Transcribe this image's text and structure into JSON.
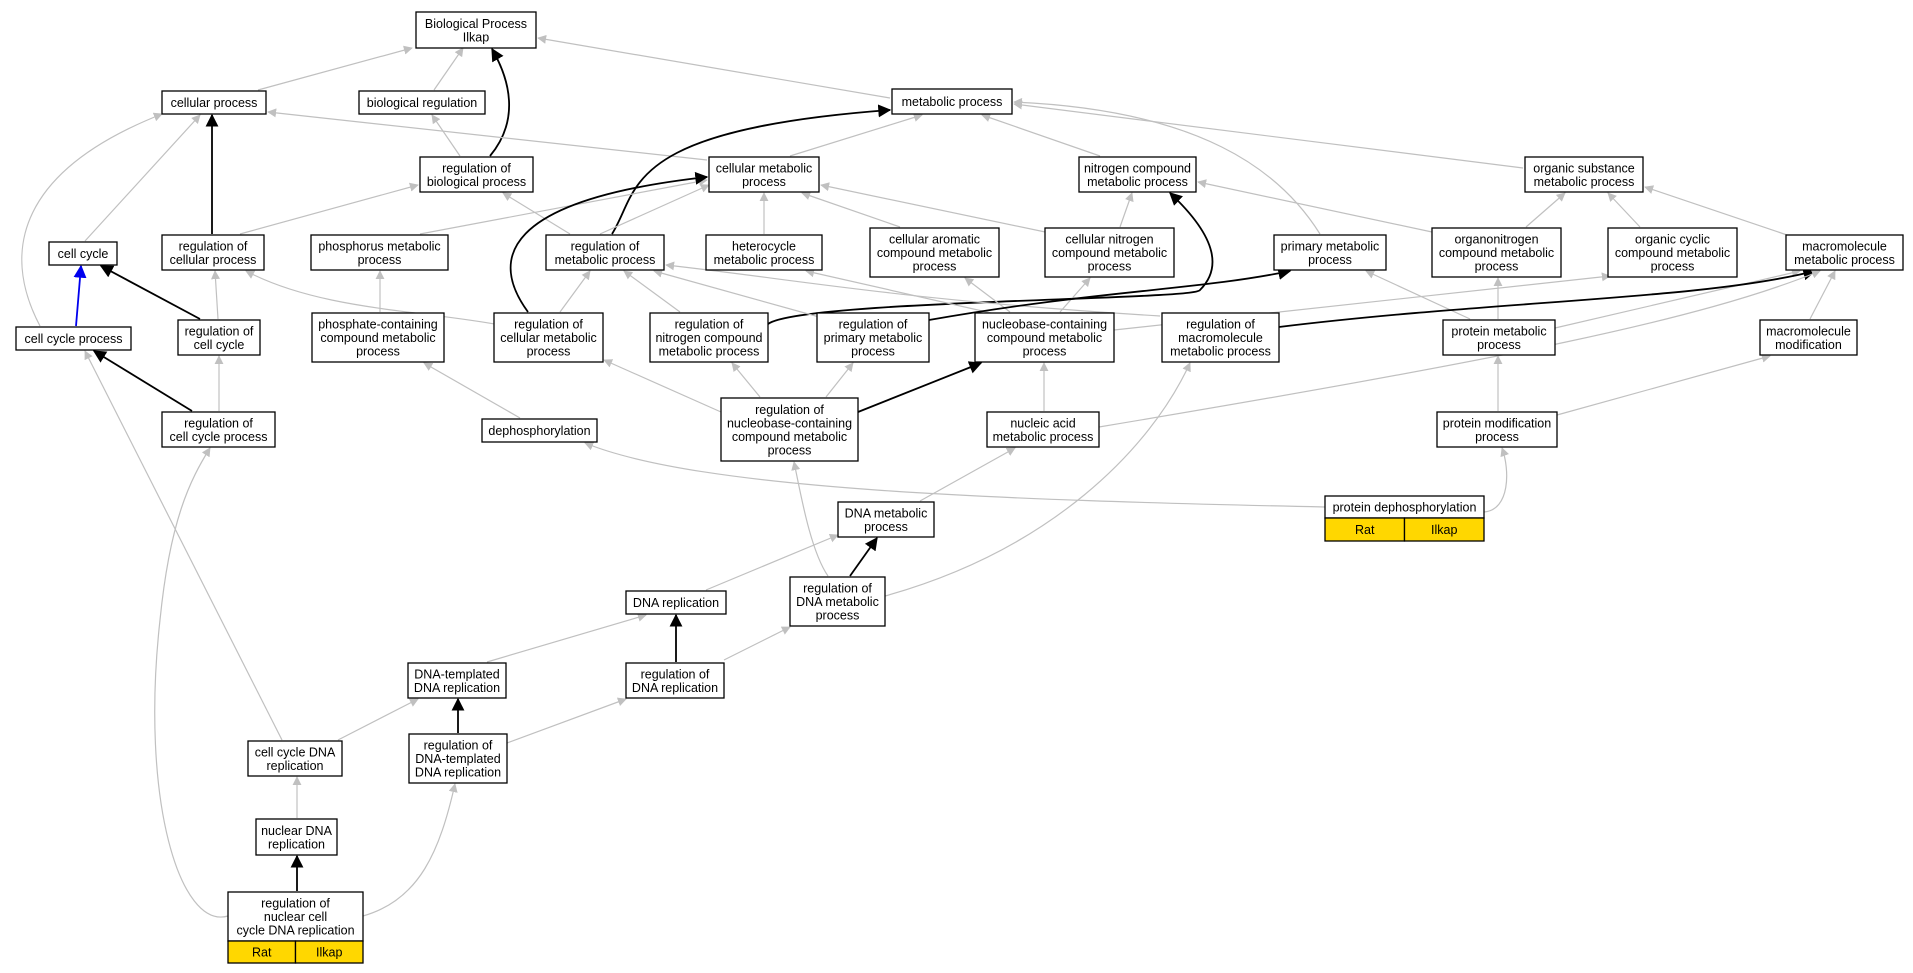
{
  "colors": {
    "background": "#ffffff",
    "node_border": "#000000",
    "annotation_fill": "#ffd700",
    "edge_is_a": "#c0c0c0",
    "edge_regulates": "#000000",
    "edge_part_of": "#0000ee"
  },
  "nodes": [
    {
      "id": "bp",
      "lines": [
        "Biological Process",
        "Ilkap"
      ]
    },
    {
      "id": "cellular_process",
      "lines": [
        "cellular process"
      ]
    },
    {
      "id": "biological_regulation",
      "lines": [
        "biological regulation"
      ]
    },
    {
      "id": "metabolic_process",
      "lines": [
        "metabolic process"
      ]
    },
    {
      "id": "reg_biological_process",
      "lines": [
        "regulation of",
        "biological process"
      ]
    },
    {
      "id": "cellular_metabolic_process",
      "lines": [
        "cellular metabolic",
        "process"
      ]
    },
    {
      "id": "nitrogen_compound_mp",
      "lines": [
        "nitrogen compound",
        "metabolic process"
      ]
    },
    {
      "id": "organic_substance_mp",
      "lines": [
        "organic substance",
        "metabolic process"
      ]
    },
    {
      "id": "cell_cycle",
      "lines": [
        "cell cycle"
      ]
    },
    {
      "id": "reg_cellular_process",
      "lines": [
        "regulation of",
        "cellular process"
      ]
    },
    {
      "id": "phosphorus_mp",
      "lines": [
        "phosphorus metabolic",
        "process"
      ]
    },
    {
      "id": "reg_metabolic_process",
      "lines": [
        "regulation of",
        "metabolic process"
      ]
    },
    {
      "id": "heterocycle_mp",
      "lines": [
        "heterocycle",
        "metabolic process"
      ]
    },
    {
      "id": "cellular_aromatic_mp",
      "lines": [
        "cellular aromatic",
        "compound metabolic",
        "process"
      ]
    },
    {
      "id": "cellular_nitrogen_mp",
      "lines": [
        "cellular nitrogen",
        "compound metabolic",
        "process"
      ]
    },
    {
      "id": "primary_mp",
      "lines": [
        "primary metabolic",
        "process"
      ]
    },
    {
      "id": "organonitrogen_mp",
      "lines": [
        "organonitrogen",
        "compound metabolic",
        "process"
      ]
    },
    {
      "id": "organic_cyclic_mp",
      "lines": [
        "organic cyclic",
        "compound metabolic",
        "process"
      ]
    },
    {
      "id": "macromolecule_mp",
      "lines": [
        "macromolecule",
        "metabolic process"
      ]
    },
    {
      "id": "cell_cycle_process",
      "lines": [
        "cell cycle process"
      ]
    },
    {
      "id": "reg_cell_cycle",
      "lines": [
        "regulation of",
        "cell cycle"
      ]
    },
    {
      "id": "phosphate_mp",
      "lines": [
        "phosphate-containing",
        "compound metabolic",
        "process"
      ]
    },
    {
      "id": "reg_cellular_mp",
      "lines": [
        "regulation of",
        "cellular metabolic",
        "process"
      ]
    },
    {
      "id": "reg_nitrogen_mp",
      "lines": [
        "regulation of",
        "nitrogen compound",
        "metabolic process"
      ]
    },
    {
      "id": "reg_primary_mp",
      "lines": [
        "regulation of",
        "primary metabolic",
        "process"
      ]
    },
    {
      "id": "nucleobase_mp",
      "lines": [
        "nucleobase-containing",
        "compound metabolic",
        "process"
      ]
    },
    {
      "id": "reg_macromolecule_mp",
      "lines": [
        "regulation of",
        "macromolecule",
        "metabolic process"
      ]
    },
    {
      "id": "protein_mp",
      "lines": [
        "protein metabolic",
        "process"
      ]
    },
    {
      "id": "macromolecule_modification",
      "lines": [
        "macromolecule",
        "modification"
      ]
    },
    {
      "id": "reg_cell_cycle_process",
      "lines": [
        "regulation of",
        "cell cycle process"
      ]
    },
    {
      "id": "dephosphorylation",
      "lines": [
        "dephosphorylation"
      ]
    },
    {
      "id": "reg_nucleobase_mp",
      "lines": [
        "regulation of",
        "nucleobase-containing",
        "compound metabolic",
        "process"
      ]
    },
    {
      "id": "nucleic_acid_mp",
      "lines": [
        "nucleic acid",
        "metabolic process"
      ]
    },
    {
      "id": "protein_modification_process",
      "lines": [
        "protein modification",
        "process"
      ]
    },
    {
      "id": "protein_dephosphorylation",
      "lines": [
        "protein dephosphorylation"
      ],
      "annotations": [
        "Rat",
        "Ilkap"
      ]
    },
    {
      "id": "dna_mp",
      "lines": [
        "DNA metabolic",
        "process"
      ]
    },
    {
      "id": "dna_replication",
      "lines": [
        "DNA replication"
      ]
    },
    {
      "id": "reg_dna_mp",
      "lines": [
        "regulation of",
        "DNA metabolic",
        "process"
      ]
    },
    {
      "id": "dna_templated_replication",
      "lines": [
        "DNA-templated",
        "DNA replication"
      ]
    },
    {
      "id": "reg_dna_replication",
      "lines": [
        "regulation of",
        "DNA replication"
      ]
    },
    {
      "id": "cell_cycle_dna_replication",
      "lines": [
        "cell cycle DNA",
        "replication"
      ]
    },
    {
      "id": "reg_dna_templated_replication",
      "lines": [
        "regulation of",
        "DNA-templated",
        "DNA replication"
      ]
    },
    {
      "id": "nuclear_dna_replication",
      "lines": [
        "nuclear DNA",
        "replication"
      ]
    },
    {
      "id": "reg_nuclear_cc_dna_replication",
      "lines": [
        "regulation of",
        "nuclear cell",
        "cycle DNA replication"
      ],
      "annotations": [
        "Rat",
        "Ilkap"
      ]
    }
  ],
  "edges": [
    {
      "from": "cellular_process",
      "to": "bp",
      "type": "is_a"
    },
    {
      "from": "biological_regulation",
      "to": "bp",
      "type": "is_a"
    },
    {
      "from": "metabolic_process",
      "to": "bp",
      "type": "is_a"
    },
    {
      "from": "reg_biological_process",
      "to": "bp",
      "type": "regulates"
    },
    {
      "from": "reg_biological_process",
      "to": "biological_regulation",
      "type": "is_a"
    },
    {
      "from": "cellular_metabolic_process",
      "to": "cellular_process",
      "type": "is_a"
    },
    {
      "from": "cellular_metabolic_process",
      "to": "metabolic_process",
      "type": "is_a"
    },
    {
      "from": "nitrogen_compound_mp",
      "to": "metabolic_process",
      "type": "is_a"
    },
    {
      "from": "organic_substance_mp",
      "to": "metabolic_process",
      "type": "is_a"
    },
    {
      "from": "primary_mp",
      "to": "metabolic_process",
      "type": "is_a"
    },
    {
      "from": "reg_metabolic_process",
      "to": "metabolic_process",
      "type": "regulates"
    },
    {
      "from": "cell_cycle",
      "to": "cellular_process",
      "type": "is_a"
    },
    {
      "from": "cell_cycle_process",
      "to": "cellular_process",
      "type": "is_a"
    },
    {
      "from": "cell_cycle_process",
      "to": "cell_cycle",
      "type": "part_of"
    },
    {
      "from": "reg_cellular_process",
      "to": "cellular_process",
      "type": "regulates"
    },
    {
      "from": "reg_cellular_process",
      "to": "reg_biological_process",
      "type": "is_a"
    },
    {
      "from": "reg_metabolic_process",
      "to": "reg_biological_process",
      "type": "is_a"
    },
    {
      "from": "phosphorus_mp",
      "to": "cellular_metabolic_process",
      "type": "is_a"
    },
    {
      "from": "reg_metabolic_process",
      "to": "cellular_metabolic_process",
      "type": "is_a"
    },
    {
      "from": "reg_cellular_mp",
      "to": "cellular_metabolic_process",
      "type": "regulates"
    },
    {
      "from": "heterocycle_mp",
      "to": "cellular_metabolic_process",
      "type": "is_a"
    },
    {
      "from": "cellular_aromatic_mp",
      "to": "cellular_metabolic_process",
      "type": "is_a"
    },
    {
      "from": "cellular_nitrogen_mp",
      "to": "cellular_metabolic_process",
      "type": "is_a"
    },
    {
      "from": "cellular_nitrogen_mp",
      "to": "nitrogen_compound_mp",
      "type": "is_a"
    },
    {
      "from": "organonitrogen_mp",
      "to": "nitrogen_compound_mp",
      "type": "is_a"
    },
    {
      "from": "reg_nitrogen_mp",
      "to": "nitrogen_compound_mp",
      "type": "regulates"
    },
    {
      "from": "organonitrogen_mp",
      "to": "organic_substance_mp",
      "type": "is_a"
    },
    {
      "from": "organic_cyclic_mp",
      "to": "organic_substance_mp",
      "type": "is_a"
    },
    {
      "from": "macromolecule_mp",
      "to": "organic_substance_mp",
      "type": "is_a"
    },
    {
      "from": "reg_cell_cycle",
      "to": "cell_cycle",
      "type": "regulates"
    },
    {
      "from": "reg_cell_cycle",
      "to": "reg_cellular_process",
      "type": "is_a"
    },
    {
      "from": "reg_cellular_mp",
      "to": "reg_cellular_process",
      "type": "is_a"
    },
    {
      "from": "phosphate_mp",
      "to": "phosphorus_mp",
      "type": "is_a"
    },
    {
      "from": "reg_cellular_mp",
      "to": "reg_metabolic_process",
      "type": "is_a"
    },
    {
      "from": "reg_nitrogen_mp",
      "to": "reg_metabolic_process",
      "type": "is_a"
    },
    {
      "from": "reg_primary_mp",
      "to": "reg_metabolic_process",
      "type": "is_a"
    },
    {
      "from": "reg_macromolecule_mp",
      "to": "reg_metabolic_process",
      "type": "is_a"
    },
    {
      "from": "nucleobase_mp",
      "to": "heterocycle_mp",
      "type": "is_a"
    },
    {
      "from": "nucleobase_mp",
      "to": "cellular_aromatic_mp",
      "type": "is_a"
    },
    {
      "from": "nucleobase_mp",
      "to": "cellular_nitrogen_mp",
      "type": "is_a"
    },
    {
      "from": "nucleobase_mp",
      "to": "organic_cyclic_mp",
      "type": "is_a"
    },
    {
      "from": "reg_primary_mp",
      "to": "primary_mp",
      "type": "regulates"
    },
    {
      "from": "protein_mp",
      "to": "primary_mp",
      "type": "is_a"
    },
    {
      "from": "protein_mp",
      "to": "organonitrogen_mp",
      "type": "is_a"
    },
    {
      "from": "protein_mp",
      "to": "macromolecule_mp",
      "type": "is_a"
    },
    {
      "from": "reg_macromolecule_mp",
      "to": "macromolecule_mp",
      "type": "regulates"
    },
    {
      "from": "macromolecule_modification",
      "to": "macromolecule_mp",
      "type": "is_a"
    },
    {
      "from": "nucleic_acid_mp",
      "to": "macromolecule_mp",
      "type": "is_a"
    },
    {
      "from": "reg_cell_cycle_process",
      "to": "cell_cycle_process",
      "type": "regulates"
    },
    {
      "from": "reg_cell_cycle_process",
      "to": "reg_cell_cycle",
      "type": "is_a"
    },
    {
      "from": "dephosphorylation",
      "to": "phosphate_mp",
      "type": "is_a"
    },
    {
      "from": "reg_nucleobase_mp",
      "to": "reg_cellular_mp",
      "type": "is_a"
    },
    {
      "from": "reg_nucleobase_mp",
      "to": "reg_nitrogen_mp",
      "type": "is_a"
    },
    {
      "from": "reg_nucleobase_mp",
      "to": "reg_primary_mp",
      "type": "is_a"
    },
    {
      "from": "reg_nucleobase_mp",
      "to": "nucleobase_mp",
      "type": "regulates"
    },
    {
      "from": "nucleic_acid_mp",
      "to": "nucleobase_mp",
      "type": "is_a"
    },
    {
      "from": "protein_modification_process",
      "to": "protein_mp",
      "type": "is_a"
    },
    {
      "from": "protein_modification_process",
      "to": "macromolecule_modification",
      "type": "is_a"
    },
    {
      "from": "protein_dephosphorylation",
      "to": "dephosphorylation",
      "type": "is_a"
    },
    {
      "from": "protein_dephosphorylation",
      "to": "protein_modification_process",
      "type": "is_a"
    },
    {
      "from": "dna_mp",
      "to": "nucleic_acid_mp",
      "type": "is_a"
    },
    {
      "from": "reg_dna_mp",
      "to": "dna_mp",
      "type": "regulates"
    },
    {
      "from": "reg_dna_mp",
      "to": "reg_nucleobase_mp",
      "type": "is_a"
    },
    {
      "from": "reg_dna_mp",
      "to": "reg_macromolecule_mp",
      "type": "is_a"
    },
    {
      "from": "dna_replication",
      "to": "dna_mp",
      "type": "is_a"
    },
    {
      "from": "reg_dna_replication",
      "to": "dna_replication",
      "type": "regulates"
    },
    {
      "from": "reg_dna_replication",
      "to": "reg_dna_mp",
      "type": "is_a"
    },
    {
      "from": "dna_templated_replication",
      "to": "dna_replication",
      "type": "is_a"
    },
    {
      "from": "reg_dna_templated_replication",
      "to": "dna_templated_replication",
      "type": "regulates"
    },
    {
      "from": "reg_dna_templated_replication",
      "to": "reg_dna_replication",
      "type": "is_a"
    },
    {
      "from": "cell_cycle_dna_replication",
      "to": "dna_templated_replication",
      "type": "is_a"
    },
    {
      "from": "cell_cycle_dna_replication",
      "to": "cell_cycle_process",
      "type": "is_a"
    },
    {
      "from": "nuclear_dna_replication",
      "to": "cell_cycle_dna_replication",
      "type": "is_a"
    },
    {
      "from": "reg_nuclear_cc_dna_replication",
      "to": "nuclear_dna_replication",
      "type": "regulates"
    },
    {
      "from": "reg_nuclear_cc_dna_replication",
      "to": "reg_dna_templated_replication",
      "type": "is_a"
    },
    {
      "from": "reg_nuclear_cc_dna_replication",
      "to": "reg_cell_cycle_process",
      "type": "is_a"
    }
  ]
}
